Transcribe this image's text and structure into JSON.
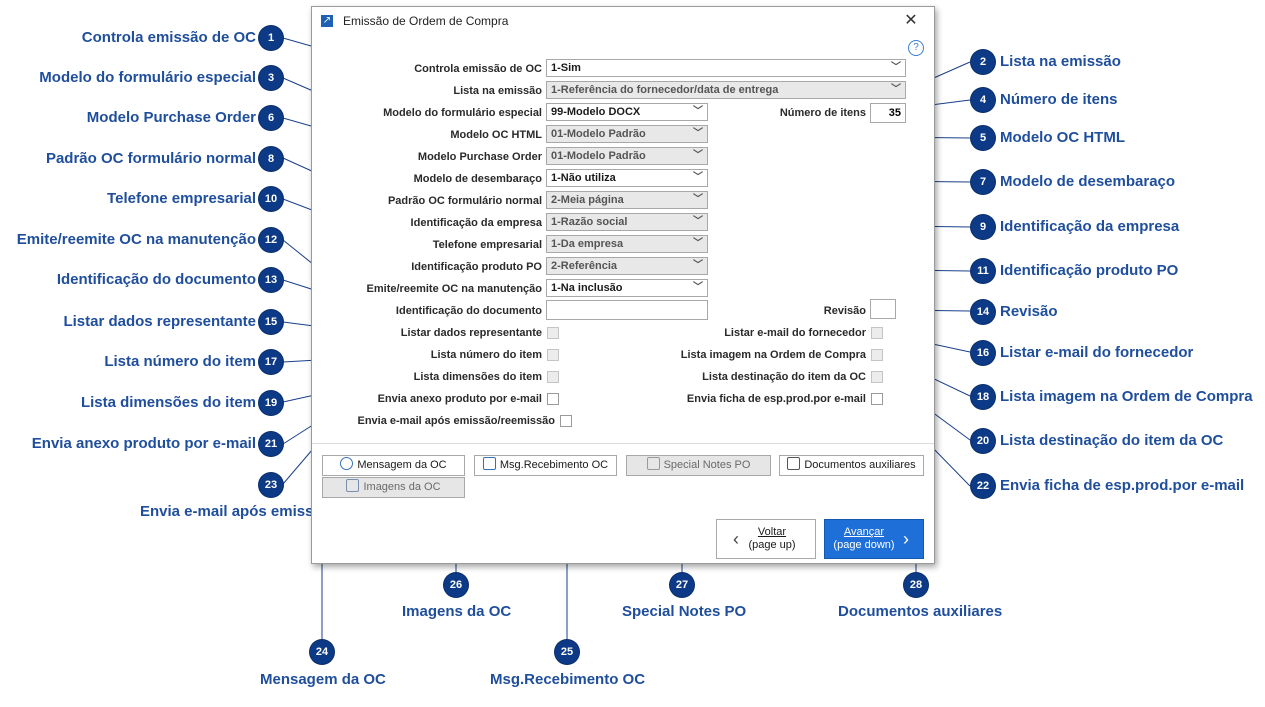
{
  "dialog": {
    "title": "Emissão de Ordem de Compra",
    "help": "?"
  },
  "form": {
    "controla": {
      "label": "Controla emissão de OC",
      "value": "1-Sim"
    },
    "lista_emissao": {
      "label": "Lista na emissão",
      "value": "1-Referência do fornecedor/data de entrega"
    },
    "modelo_especial": {
      "label": "Modelo do formulário especial",
      "value": "99-Modelo DOCX"
    },
    "numero_itens": {
      "label": "Número de itens",
      "value": "35"
    },
    "modelo_html": {
      "label": "Modelo OC HTML",
      "value": "01-Modelo Padrão"
    },
    "modelo_po": {
      "label": "Modelo Purchase Order",
      "value": "01-Modelo Padrão"
    },
    "desembaraco": {
      "label": "Modelo de desembaraço",
      "value": "1-Não utiliza"
    },
    "padrao_normal": {
      "label": "Padrão OC formulário normal",
      "value": "2-Meia página"
    },
    "ident_empresa": {
      "label": "Identificação da empresa",
      "value": "1-Razão social"
    },
    "telefone": {
      "label": "Telefone empresarial",
      "value": "1-Da empresa"
    },
    "ident_produto": {
      "label": "Identificação produto PO",
      "value": "2-Referência"
    },
    "emite_reemite": {
      "label": "Emite/reemite OC na manutenção",
      "value": "1-Na inclusão"
    },
    "ident_documento": {
      "label": "Identificação do documento",
      "value": ""
    },
    "revisao": {
      "label": "Revisão",
      "value": ""
    },
    "listar_representante": {
      "label": "Listar dados representante"
    },
    "lista_numero_item": {
      "label": "Lista número do item"
    },
    "lista_dimensoes": {
      "label": "Lista dimensões do item"
    },
    "envia_anexo": {
      "label": "Envia anexo produto por e-mail"
    },
    "envia_email_emissao": {
      "label": "Envia e-mail após emissão/reemissão"
    },
    "listar_email_fornecedor": {
      "label": "Listar e-mail do fornecedor"
    },
    "lista_imagem": {
      "label": "Lista imagem na Ordem de Compra"
    },
    "lista_destinacao": {
      "label": "Lista destinação do item da OC"
    },
    "envia_ficha": {
      "label": "Envia ficha de esp.prod.por e-mail"
    }
  },
  "buttons": {
    "mensagem": "Mensagem da OC",
    "msg_recebimento": "Msg.Recebimento OC",
    "special_notes": "Special Notes PO",
    "documentos": "Documentos auxiliares",
    "imagens": "Imagens da OC",
    "voltar": "Voltar",
    "voltar_hint": "(page up)",
    "avancar": "Avançar",
    "avancar_hint": "(page down)"
  },
  "callouts": [
    {
      "n": "1",
      "text": "Controla emissão de OC"
    },
    {
      "n": "2",
      "text": "Lista na emissão"
    },
    {
      "n": "3",
      "text": "Modelo do formulário especial"
    },
    {
      "n": "4",
      "text": "Número de itens"
    },
    {
      "n": "5",
      "text": "Modelo OC HTML"
    },
    {
      "n": "6",
      "text": "Modelo Purchase Order"
    },
    {
      "n": "7",
      "text": "Modelo de desembaraço"
    },
    {
      "n": "8",
      "text": "Padrão OC formulário normal"
    },
    {
      "n": "9",
      "text": "Identificação da empresa"
    },
    {
      "n": "10",
      "text": "Telefone empresarial"
    },
    {
      "n": "11",
      "text": "Identificação produto PO"
    },
    {
      "n": "12",
      "text": "Emite/reemite OC na manutenção"
    },
    {
      "n": "13",
      "text": "Identificação do documento"
    },
    {
      "n": "14",
      "text": "Revisão"
    },
    {
      "n": "15",
      "text": "Listar dados representante"
    },
    {
      "n": "16",
      "text": "Listar e-mail do fornecedor"
    },
    {
      "n": "17",
      "text": "Lista número do item"
    },
    {
      "n": "18",
      "text": "Lista imagem na Ordem de Compra"
    },
    {
      "n": "19",
      "text": "Lista dimensões do item"
    },
    {
      "n": "20",
      "text": "Lista destinação do item da OC"
    },
    {
      "n": "21",
      "text": "Envia anexo produto por e-mail"
    },
    {
      "n": "22",
      "text": "Envia ficha de esp.prod.por e-mail"
    },
    {
      "n": "23",
      "text": "Envia e-mail após emissão/reemissão"
    },
    {
      "n": "24",
      "text": "Mensagem da OC"
    },
    {
      "n": "25",
      "text": "Msg.Recebimento OC"
    },
    {
      "n": "26",
      "text": "Imagens da OC"
    },
    {
      "n": "27",
      "text": "Special Notes PO"
    },
    {
      "n": "28",
      "text": "Documentos auxiliares"
    }
  ],
  "colors": {
    "badge": "#0d3a86",
    "callout_text": "#1f4e9c",
    "primary_button": "#1f6fd8"
  }
}
